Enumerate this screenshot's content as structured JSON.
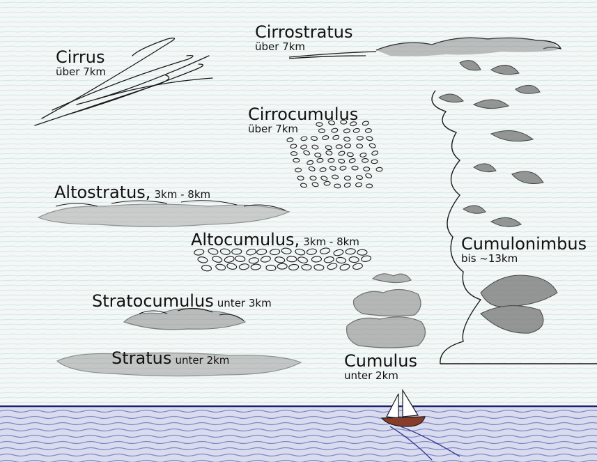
{
  "colors": {
    "sky": "#f4f7f6",
    "sky_tint": "#9ed6d2",
    "sea": "#3a3f9a",
    "horizon": "#1d2170",
    "cloud_shade": "#7d7d7d",
    "cloud_outline": "#1a1a1a",
    "boat_hull": "#8a3c2a"
  },
  "icons": [
    "sailboat-icon"
  ],
  "clouds": {
    "cirrus": {
      "name": "Cirrus",
      "altitude": "über 7km"
    },
    "cirrostratus": {
      "name": "Cirrostratus",
      "altitude": "über 7km"
    },
    "cirrocumulus": {
      "name": "Cirrocumulus",
      "altitude": "über 7km"
    },
    "altostratus": {
      "name": "Altostratus,",
      "altitude": "3km - 8km"
    },
    "altocumulus": {
      "name": "Altocumulus,",
      "altitude": "3km - 8km"
    },
    "stratocumulus": {
      "name": "Stratocumulus",
      "altitude": "unter 3km"
    },
    "stratus": {
      "name": "Stratus",
      "altitude": "unter 2km"
    },
    "cumulus": {
      "name": "Cumulus",
      "altitude": "unter 2km"
    },
    "cumulonimbus": {
      "name": "Cumulonimbus",
      "altitude": "bis ~13km"
    }
  }
}
